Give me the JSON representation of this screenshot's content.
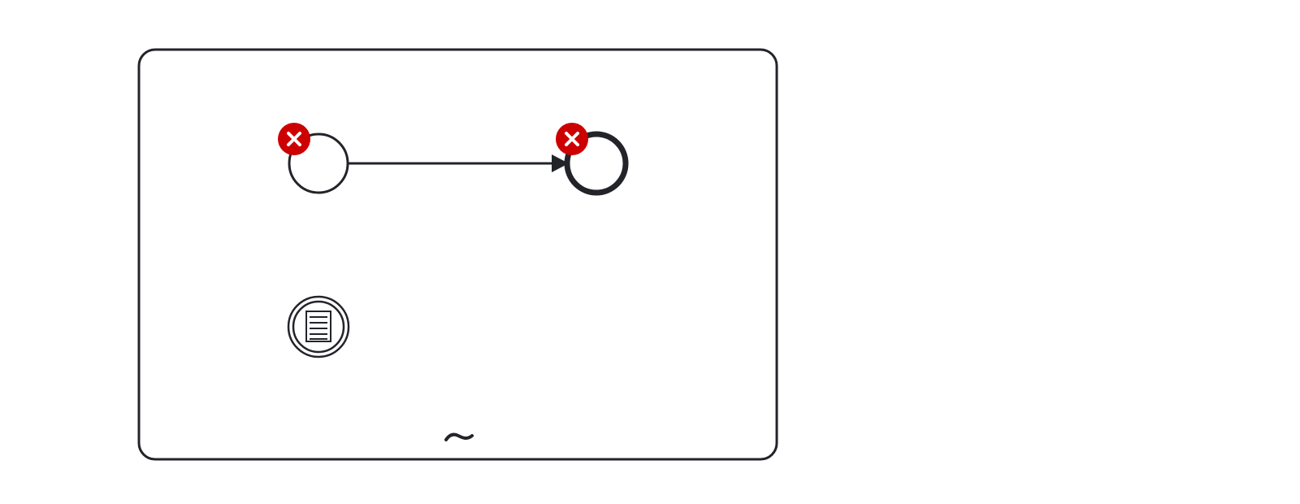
{
  "diagram": {
    "elements": [
      {
        "id": "start-event",
        "kind": "start-event",
        "has_error_badge": true
      },
      {
        "id": "end-event",
        "kind": "end-event",
        "has_error_badge": true
      },
      {
        "id": "message-intermediate-event",
        "kind": "intermediate-event",
        "icon": "document-lines-icon"
      },
      {
        "id": "ad-hoc-subprocess",
        "kind": "ad-hoc-subprocess",
        "marker": "ad-hoc-marker"
      }
    ],
    "connections": [
      {
        "from": "start-event",
        "to": "end-event",
        "kind": "sequence-flow"
      }
    ],
    "colors": {
      "stroke": "#22242a",
      "error_badge": "#cc0000",
      "error_badge_mark": "#ffffff",
      "background": "#ffffff"
    },
    "icons": {
      "error": "close-x-icon",
      "marker": "tilde-icon"
    }
  }
}
